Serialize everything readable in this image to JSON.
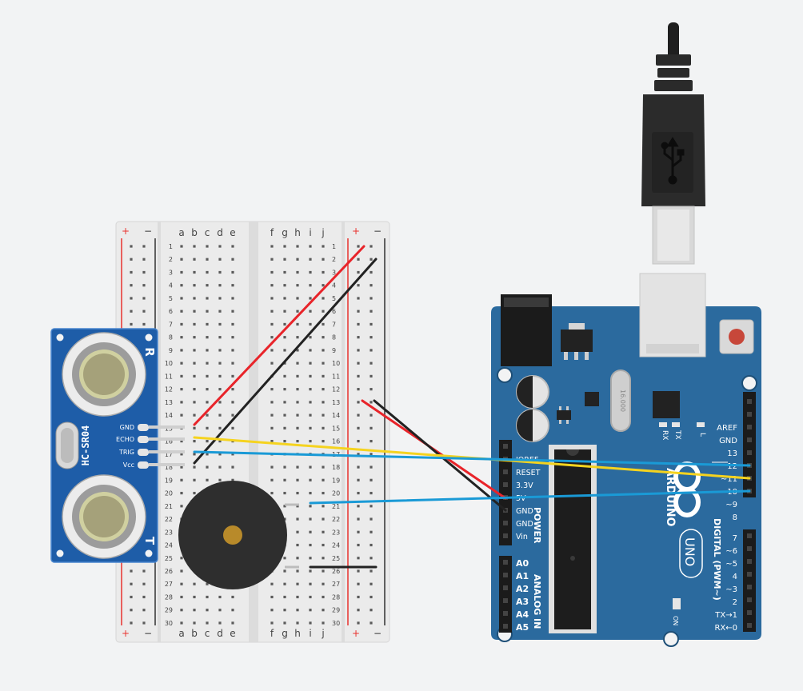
{
  "colors": {
    "background": "#f2f3f4",
    "breadboard": "#ebebeb",
    "board": "#2b6a9e",
    "sensor": "#1e5da8",
    "rail_red": "#e8322e",
    "rail_black": "#333333",
    "wire_red": "#e8242a",
    "wire_black": "#222222",
    "wire_yellow": "#f5d31f",
    "wire_blue": "#1a9ad6",
    "buzzer": "#2e2e2e",
    "buzzer_center": "#b88a2a"
  },
  "breadboard": {
    "rail_plus": "+",
    "rail_minus": "−",
    "col_letters_left": [
      "a",
      "b",
      "c",
      "d",
      "e"
    ],
    "col_letters_right": [
      "f",
      "g",
      "h",
      "i",
      "j"
    ],
    "row_count": 30,
    "row_numbers": [
      "1",
      "2",
      "3",
      "4",
      "5",
      "6",
      "7",
      "8",
      "9",
      "10",
      "11",
      "12",
      "13",
      "14",
      "15",
      "16",
      "17",
      "18",
      "19",
      "20",
      "21",
      "22",
      "23",
      "24",
      "25",
      "26",
      "27",
      "28",
      "29",
      "30"
    ]
  },
  "sensor": {
    "model": "HC-SR04",
    "side_letters": [
      "R",
      "T"
    ],
    "pins": [
      "GND",
      "ECHO",
      "TRIG",
      "Vcc"
    ]
  },
  "arduino": {
    "logo_text": "ARDUINO",
    "model": "UNO",
    "crystal_text": "16.000",
    "power_pins": [
      "RESET",
      "3.3V",
      "5V",
      "GND",
      "GND",
      "Vin"
    ],
    "power_label": "POWER",
    "analog_pins": [
      "A0",
      "A1",
      "A2",
      "A3",
      "A4",
      "A5"
    ],
    "analog_label": "ANALOG IN",
    "digital_top_pins": [
      "AREF",
      "GND",
      "13",
      "12",
      "~11",
      "~10",
      "~9",
      "8"
    ],
    "digital_bottom_pins": [
      "7",
      "~6",
      "~5",
      "4",
      "~3",
      "2",
      "TX→1",
      "RX←0"
    ],
    "digital_label": "DIGITAL (PWM~)",
    "rx_label": "RX",
    "tx_label": "TX",
    "l_label": "L",
    "on_label": "ON"
  },
  "usb": {
    "icon": "usb-icon"
  }
}
